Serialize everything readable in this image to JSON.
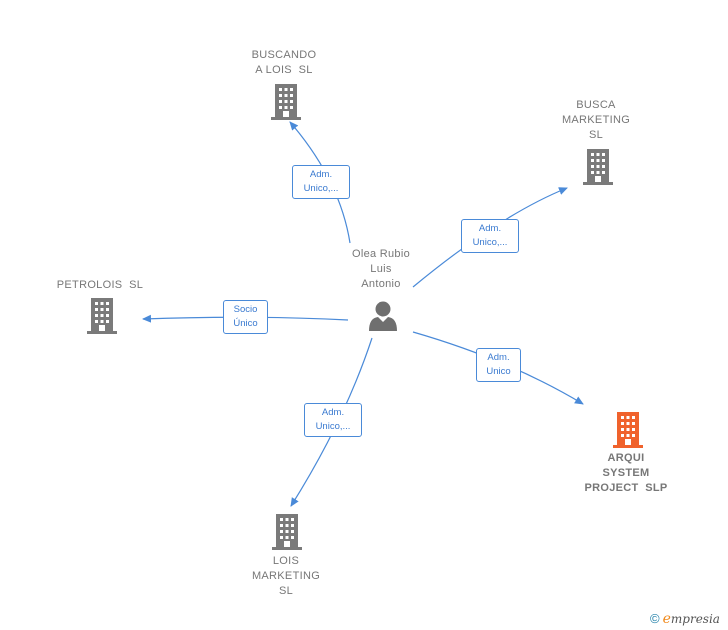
{
  "colors": {
    "edge": "#4a8ad8",
    "company": "#7a7a7a",
    "highlight": "#f0622c",
    "person": "#6f6f6f"
  },
  "person": {
    "name_lines": [
      "Olea Rubio",
      "Luis",
      "Antonio"
    ],
    "icon": "person-icon"
  },
  "companies": [
    {
      "id": "buscando",
      "lines": [
        "BUSCANDO",
        "A LOIS  SL"
      ],
      "highlight": false
    },
    {
      "id": "busca",
      "lines": [
        "BUSCA",
        "MARKETING",
        "SL"
      ],
      "highlight": false
    },
    {
      "id": "petrolois",
      "lines": [
        "PETROLOIS  SL"
      ],
      "highlight": false
    },
    {
      "id": "arqui",
      "lines": [
        "ARQUI",
        "SYSTEM",
        "PROJECT  SLP"
      ],
      "highlight": true
    },
    {
      "id": "lois",
      "lines": [
        "LOIS",
        "MARKETING",
        "SL"
      ],
      "highlight": false
    }
  ],
  "relations": [
    {
      "to": "buscando",
      "lines": [
        "Adm.",
        "Unico,..."
      ]
    },
    {
      "to": "busca",
      "lines": [
        "Adm.",
        "Unico,..."
      ]
    },
    {
      "to": "petrolois",
      "lines": [
        "Socio",
        "Único"
      ]
    },
    {
      "to": "arqui",
      "lines": [
        "Adm.",
        "Unico"
      ]
    },
    {
      "to": "lois",
      "lines": [
        "Adm.",
        "Unico,..."
      ]
    }
  ],
  "footer": {
    "copyright": "©",
    "brand_first": "e",
    "brand_rest": "mpresia"
  }
}
